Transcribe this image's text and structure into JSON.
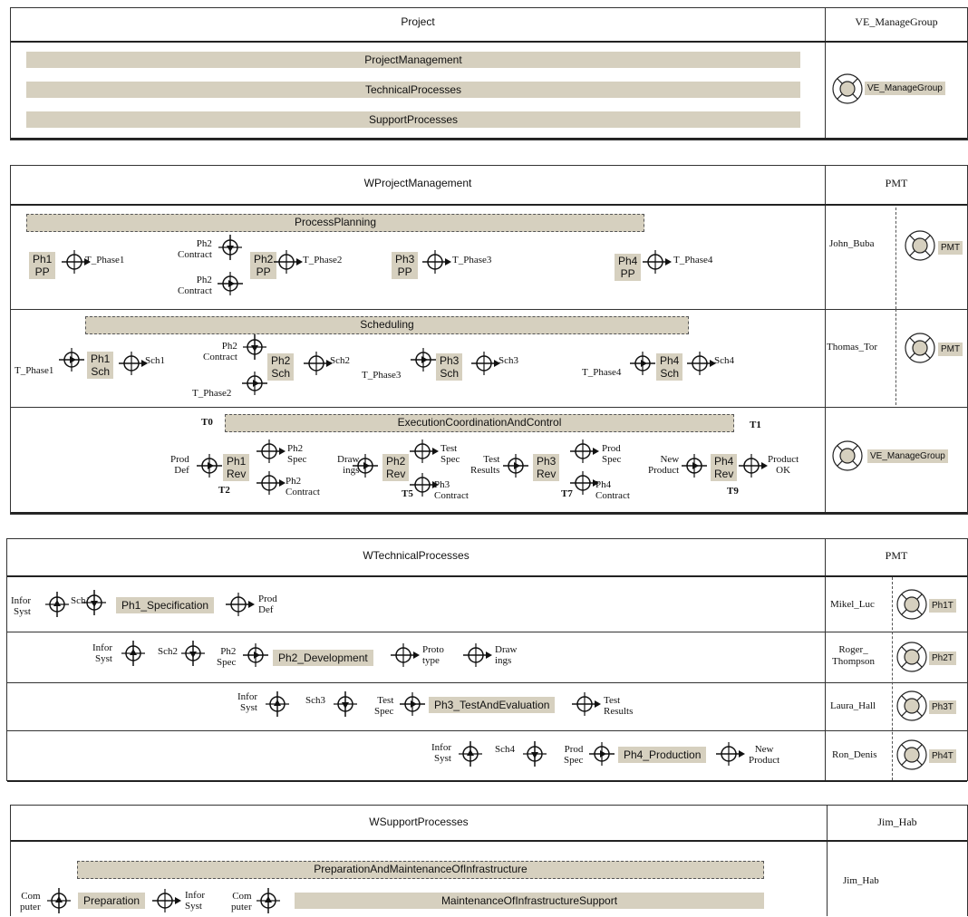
{
  "sections": {
    "project": {
      "title": "Project",
      "resource_header": "VE_ManageGroup",
      "bars": [
        "ProjectManagement",
        "TechnicalProcesses",
        "SupportProcesses"
      ],
      "role": "VE_ManageGroup"
    },
    "wpm": {
      "title": "WProjectManagement",
      "resource_header": "PMT",
      "lane1": {
        "bar": "ProcessPlanning",
        "person": "John_Buba",
        "role": "PMT",
        "tasks": [
          "Ph1\nPP",
          "Ph2\nPP",
          "Ph3\nPP",
          "Ph4\nPP"
        ],
        "labels": [
          "T_Phase1",
          "Ph2\nContract",
          "Ph2\nContract",
          "T_Phase2",
          "T_Phase3",
          "T_Phase4"
        ]
      },
      "lane2": {
        "bar": "Scheduling",
        "person": "Thomas_Tor",
        "role": "PMT",
        "tasks": [
          "Ph1\nSch",
          "Ph2\nSch",
          "Ph3\nSch",
          "Ph4\nSch"
        ],
        "labels": [
          "T_Phase1",
          "Sch1",
          "Ph2\nContract",
          "T_Phase2",
          "Sch2",
          "T_Phase3",
          "Sch3",
          "T_Phase4",
          "Sch4"
        ]
      },
      "lane3": {
        "bar": "ExecutionCoordinationAndControl",
        "role": "VE_ManageGroup",
        "t0": "T0",
        "t1": "T1",
        "t2": "T2",
        "t5": "T5",
        "t7": "T7",
        "t9": "T9",
        "tasks": [
          "Ph1\nRev",
          "Ph2\nRev",
          "Ph3\nRev",
          "Ph4\nRev"
        ],
        "labels": [
          "Prod\nDef",
          "Ph2\nSpec",
          "Ph2\nContract",
          "Draw\nings",
          "Test\nSpec",
          "Ph3\nContract",
          "Test\nResults",
          "Prod\nSpec",
          "Ph4\nContract",
          "New\nProduct",
          "Product\nOK"
        ]
      }
    },
    "wtp": {
      "title": "WTechnicalProcesses",
      "resource_header": "PMT",
      "lanes": [
        {
          "task": "Ph1_Specification",
          "person": "Mikel_Luc",
          "role": "Ph1T",
          "labels": [
            "Infor\nSyst",
            "Sch1",
            "Prod\nDef"
          ]
        },
        {
          "task": "Ph2_Development",
          "person": "Roger_\nThompson",
          "role": "Ph2T",
          "labels": [
            "Infor\nSyst",
            "Sch2",
            "Ph2\nSpec",
            "Proto\ntype",
            "Draw\nings"
          ]
        },
        {
          "task": "Ph3_TestAndEvaluation",
          "person": "Laura_Hall",
          "role": "Ph3T",
          "labels": [
            "Infor\nSyst",
            "Sch3",
            "Test\nSpec",
            "Test\nResults"
          ]
        },
        {
          "task": "Ph4_Production",
          "person": "Ron_Denis",
          "role": "Ph4T",
          "labels": [
            "Infor\nSyst",
            "Sch4",
            "Prod\nSpec",
            "New\nProduct"
          ]
        }
      ]
    },
    "wsp": {
      "title": "WSupportProcesses",
      "resource_header": "Jim_Hab",
      "person": "Jim_Hab",
      "bar": "PreparationAndMaintenanceOfInfrastructure",
      "task1": "Preparation",
      "task2": "MaintenanceOfInfrastructureSupport",
      "labels": [
        "Com\nputer",
        "Infor\nSyst",
        "Com\nputer"
      ]
    }
  },
  "colors": {
    "task_fill": "#d6d0bf",
    "line": "#222222",
    "role_fill": "#d6d0bf"
  }
}
